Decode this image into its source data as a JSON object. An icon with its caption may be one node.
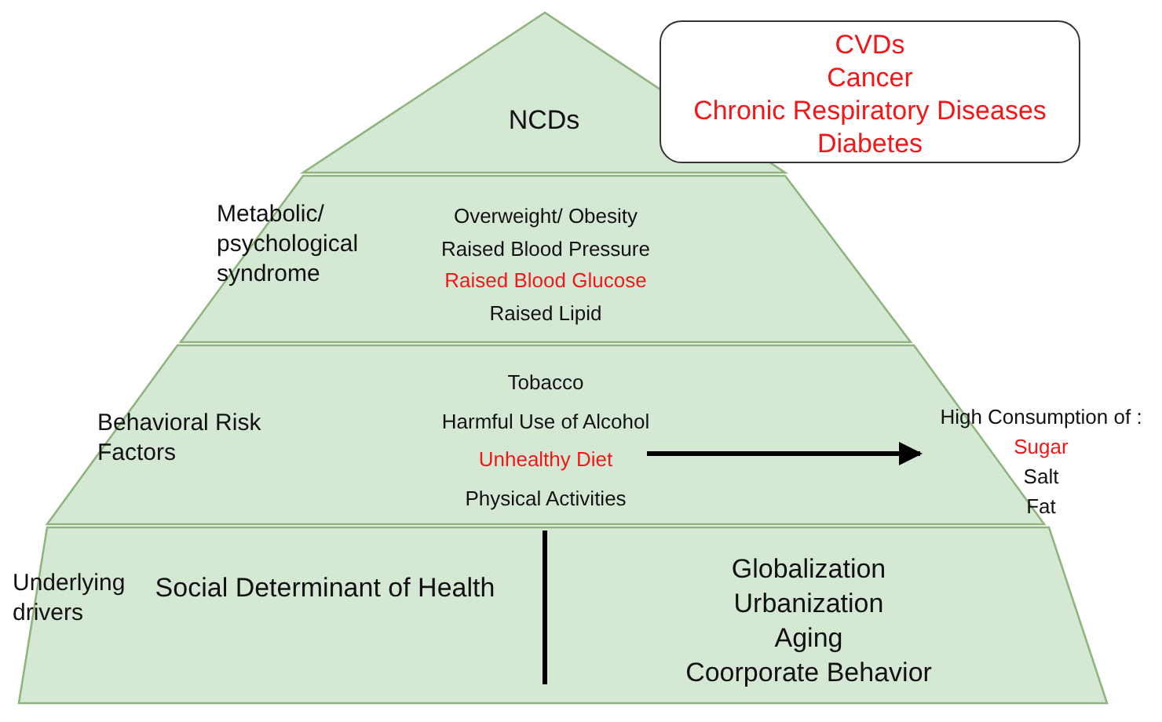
{
  "diagram": {
    "nodes": [
      {
        "text": [
          "NCDs"
        ]
      },
      {
        "text": [
          "CVDs",
          "Cancer",
          "Chronic Respiratory Diseases",
          "Diabetes"
        ]
      },
      {
        "text": [
          "Metabolic/ psychological syndrome",
          "Overweight/ Obesity",
          "Raised Blood Pressure",
          "Raised Blood Glucose",
          "Raised Lipid"
        ]
      },
      {
        "text": [
          "Behavioral Risk Factors",
          "Tobacco",
          "Harmful Use of Alcohol",
          "Unhealthy Diet",
          "Physical Activities"
        ]
      },
      {
        "text": [],
        "shape": "trapezoid",
        "beside": [
          "Underlying drivers"
        ]
      },
      {
        "text": [
          "Social Determinant of Health"
        ],
        "in": 4
      },
      {
        "text": [
          "Globalization",
          "Urbanization",
          "Aging",
          "Coorporate Behavior"
        ],
        "in": 4
      },
      {
        "text": [
          "High Consumption of :",
          "Sugar",
          "Salt",
          "Fat"
        ]
      }
    ],
    "edges": [
      {
        "from": 3,
        "to": 7,
        "arrow": "to"
      }
    ]
  }
}
